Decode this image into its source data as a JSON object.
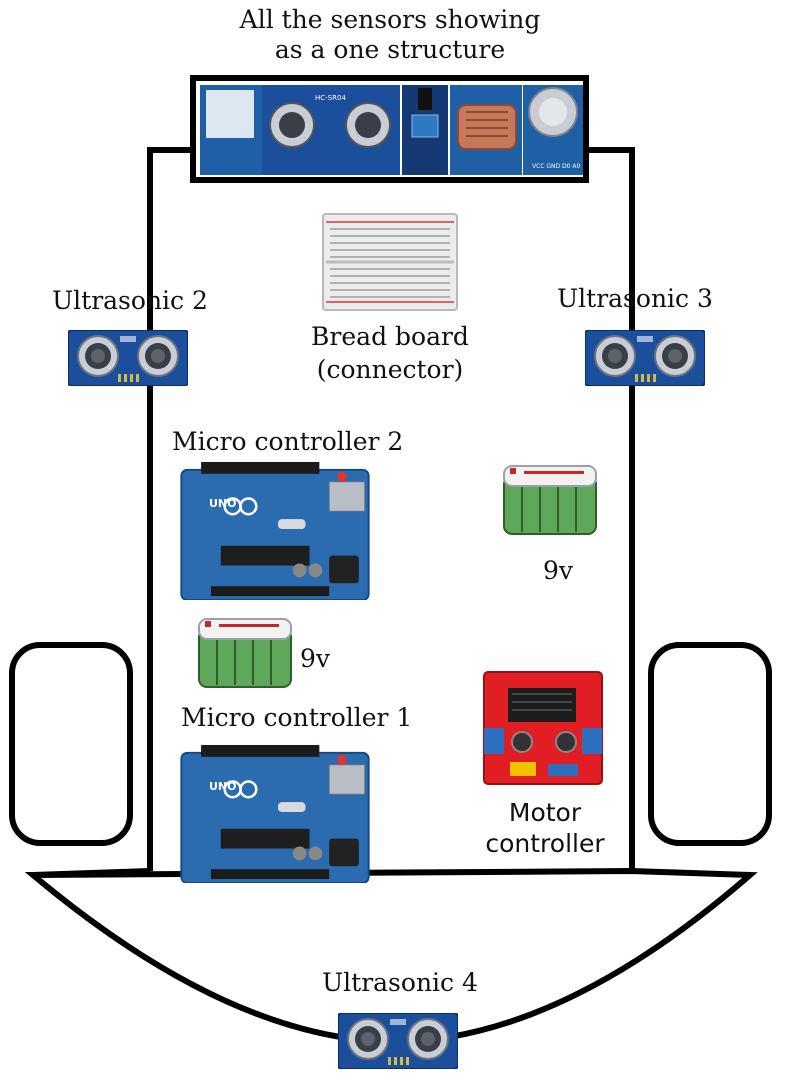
{
  "labels": {
    "sensors_line1": "All the sensors showing",
    "sensors_line2": "as a one structure",
    "ultrasonic2": "Ultrasonic 2",
    "ultrasonic3": "Ultrasonic 3",
    "ultrasonic4": "Ultrasonic 4",
    "breadboard_line1": "Bread board",
    "breadboard_line2": "(connector)",
    "micro2": "Micro  controller 2",
    "micro1": "Micro  controller 1",
    "battery_a": "9v",
    "battery_b": "9v",
    "motor_line1": "Motor",
    "motor_line2": "controller"
  },
  "board_marks": {
    "sensor_module": "HC-SR04",
    "arduino": "UNO",
    "sensor_pins": "VCC GND D0 A0"
  },
  "colors": {
    "outline": "#000000",
    "sensor_pcb": "#1b4f9c",
    "arduino_pcb": "#2b6cb0",
    "battery_cell": "#5fa75a",
    "motor_driver": "#e21e25",
    "breadboard": "#ececec",
    "ldr": "#c8785a",
    "gas_sensor": "#c9cdd3"
  },
  "icons": {
    "ultrasonic": "ultrasonic-sensor-icon",
    "arduino": "arduino-uno-icon",
    "battery": "battery-pack-icon",
    "motor": "motor-driver-icon",
    "breadboard": "breadboard-icon"
  }
}
